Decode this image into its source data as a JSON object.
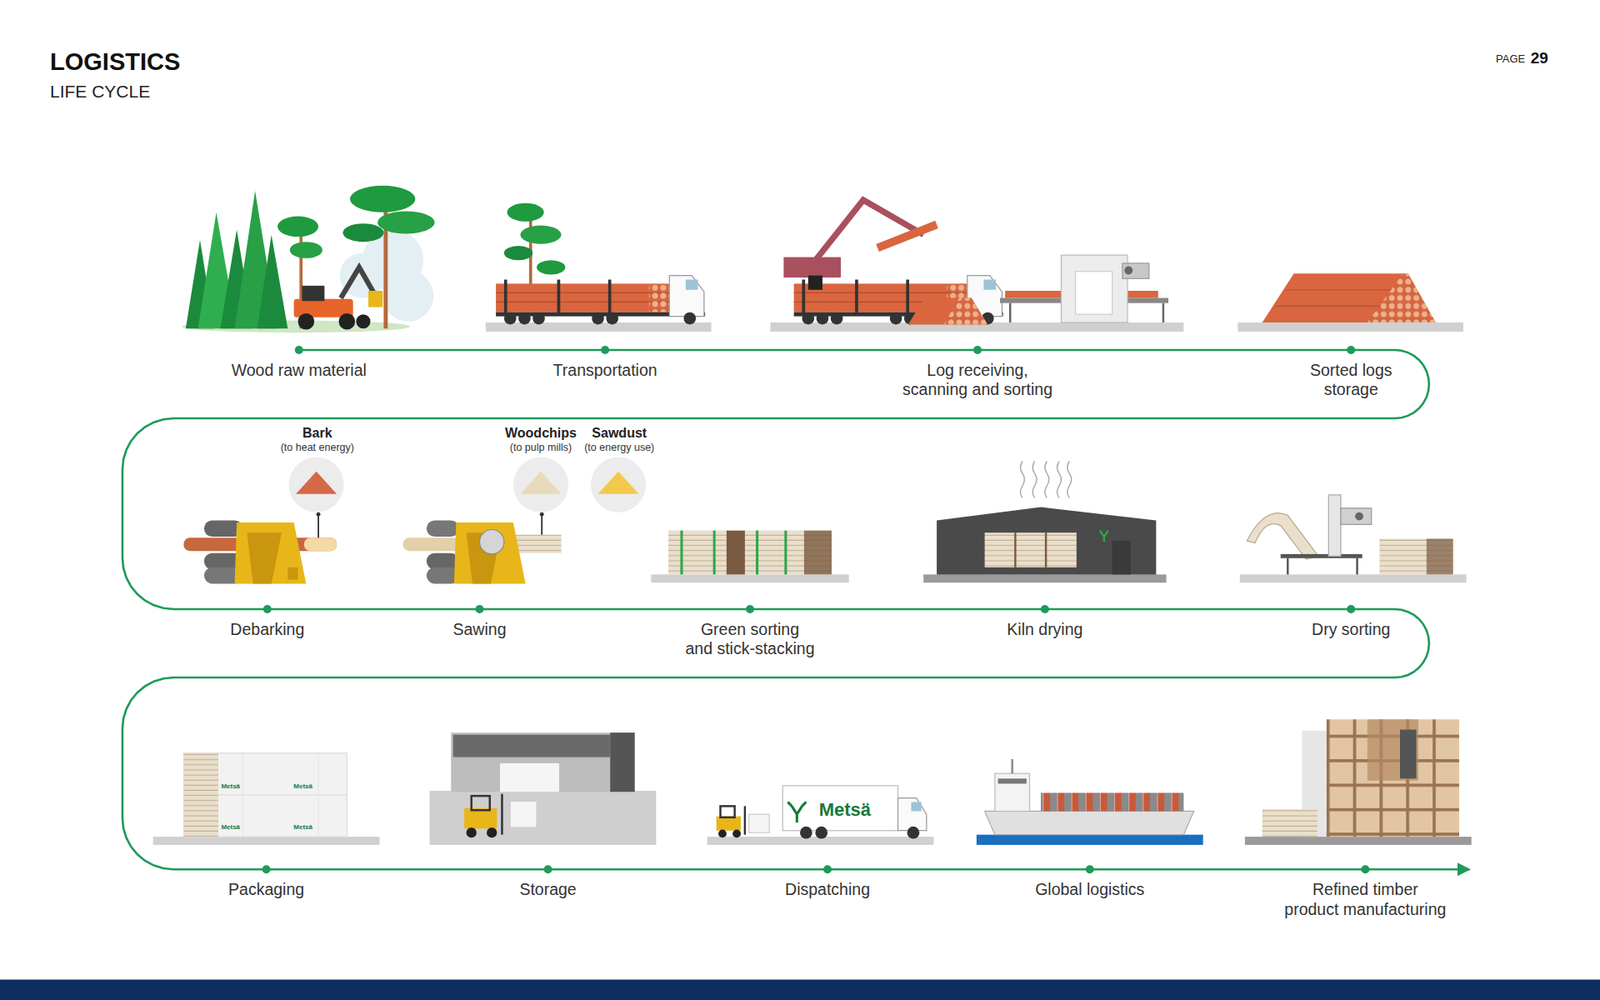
{
  "diagram": {
    "title": "LOGISTICS",
    "nodes": [
      {
        "text": [
          "Wood raw material"
        ]
      },
      {
        "text": [
          "Transportation"
        ]
      },
      {
        "text": [
          "Log receiving, scanning and sorting"
        ]
      },
      {
        "text": [
          "Sorted logs storage"
        ]
      },
      {
        "text": [
          "Debarking"
        ]
      },
      {
        "text": [
          "Sawing"
        ]
      },
      {
        "text": [
          "Green sorting and stick-stacking"
        ]
      },
      {
        "text": [
          "Kiln drying"
        ]
      },
      {
        "text": [
          "Dry sorting"
        ]
      },
      {
        "text": [
          "Packaging"
        ]
      },
      {
        "text": [
          "Storage"
        ]
      },
      {
        "text": [
          "Dispatching"
        ]
      },
      {
        "text": [
          "Global logistics"
        ]
      },
      {
        "text": [
          "Refined timber product manufacturing"
        ]
      }
    ],
    "edges": [
      {
        "from": 0,
        "to": 1,
        "arrow": "none"
      },
      {
        "from": 1,
        "to": 2,
        "arrow": "none"
      },
      {
        "from": 2,
        "to": 3,
        "arrow": "none"
      },
      {
        "from": 3,
        "to": 4,
        "arrow": "none"
      },
      {
        "from": 4,
        "to": 5,
        "arrow": "none"
      },
      {
        "from": 5,
        "to": 6,
        "arrow": "none"
      },
      {
        "from": 6,
        "to": 7,
        "arrow": "none"
      },
      {
        "from": 7,
        "to": 8,
        "arrow": "none"
      },
      {
        "from": 8,
        "to": 9,
        "arrow": "none"
      },
      {
        "from": 9,
        "to": 10,
        "arrow": "none"
      },
      {
        "from": 10,
        "to": 11,
        "arrow": "none"
      },
      {
        "from": 11,
        "to": 12,
        "arrow": "none"
      },
      {
        "from": 12,
        "to": 13,
        "arrow": "to"
      }
    ],
    "labels": [
      "LIFE CYCLE",
      "PAGE",
      "29",
      "Bark",
      "(to heat energy)",
      "Woodchips",
      "(to pulp mills)",
      "Sawdust",
      "(to energy use)",
      "Metsä",
      "Metsä",
      "Metsä",
      "Metsä",
      "Metsä"
    ]
  }
}
